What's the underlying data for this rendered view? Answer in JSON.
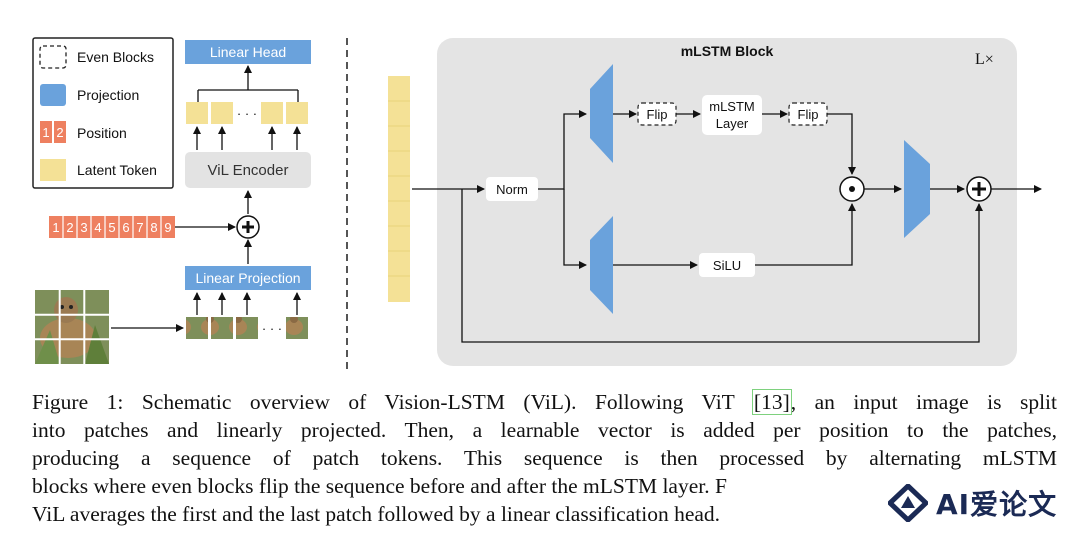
{
  "legend": {
    "even_blocks": "Even Blocks",
    "projection": "Projection",
    "position": "Position",
    "position_digits": [
      "1",
      "2"
    ],
    "latent_token": "Latent Token"
  },
  "vil": {
    "linear_head": "Linear Head",
    "encoder": "ViL Encoder",
    "linear_projection": "Linear Projection",
    "dots": "· · ·",
    "position_numbers": [
      "1",
      "2",
      "3",
      "4",
      "5",
      "6",
      "7",
      "8",
      "9"
    ]
  },
  "block": {
    "title": "mLSTM Block",
    "repeat": "L×",
    "norm": "Norm",
    "flip": "Flip",
    "mlstm_line1": "mLSTM",
    "mlstm_line2": "Layer",
    "silu": "SiLU"
  },
  "caption": {
    "line1a": "Figure 1: Schematic overview of Vision-LSTM (ViL). Following ViT ",
    "cite": "[13]",
    "line1b": ", an input image is split",
    "line2": "into patches and linearly projected. Then, a learnable vector is added per position to the patches,",
    "line3": "producing a sequence of patch tokens. This sequence is then processed by alternating mLSTM",
    "line4": "blocks where even blocks flip the sequence before and after the mLSTM layer. F",
    "line5": "ViL averages the first and the last patch followed by a linear classification head."
  },
  "watermark": {
    "text": "AI爱论文"
  },
  "colors": {
    "projection": "#6aa2dc",
    "position": "#ee8060",
    "latent": "#f4e196",
    "latent_border": "#e8d27a",
    "encoder_bg": "#e3e3e3",
    "block_bg": "#e4e4e4",
    "mouse_fur": "#9a7a52",
    "grass": "#6f8f4a"
  }
}
